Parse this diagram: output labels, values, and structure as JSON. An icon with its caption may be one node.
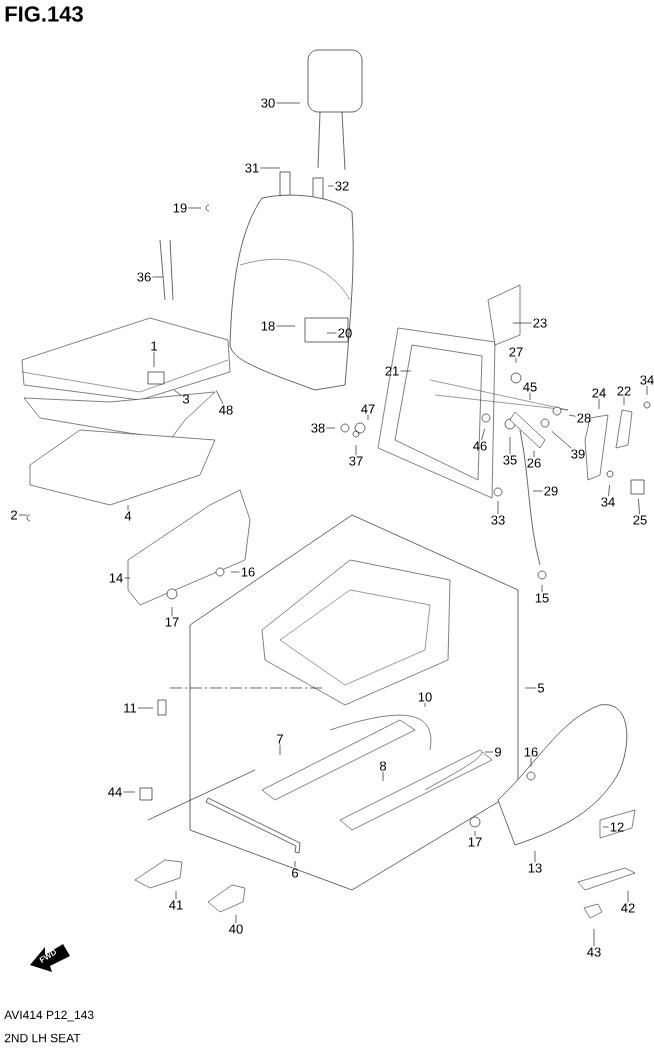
{
  "diagram": {
    "title": "FIG.143",
    "nodes": [
      {
        "text": [
          "30"
        ]
      },
      {
        "text": [
          "31"
        ]
      },
      {
        "text": [
          "32"
        ]
      },
      {
        "text": [
          "19"
        ]
      },
      {
        "text": [
          "36"
        ]
      },
      {
        "text": [
          "23"
        ]
      },
      {
        "text": [
          "18"
        ]
      },
      {
        "text": [
          "20"
        ]
      },
      {
        "text": [
          "1"
        ]
      },
      {
        "text": [
          "27"
        ]
      },
      {
        "text": [
          "21"
        ]
      },
      {
        "text": [
          "45"
        ]
      },
      {
        "text": [
          "34"
        ]
      },
      {
        "text": [
          "22"
        ]
      },
      {
        "text": [
          "24"
        ]
      },
      {
        "text": [
          "3"
        ]
      },
      {
        "text": [
          "48"
        ]
      },
      {
        "text": [
          "47"
        ]
      },
      {
        "text": [
          "28"
        ]
      },
      {
        "text": [
          "38"
        ]
      },
      {
        "text": [
          "46"
        ]
      },
      {
        "text": [
          "39"
        ]
      },
      {
        "text": [
          "35"
        ]
      },
      {
        "text": [
          "37"
        ]
      },
      {
        "text": [
          "26"
        ]
      },
      {
        "text": [
          "29"
        ]
      },
      {
        "text": [
          "34"
        ]
      },
      {
        "text": [
          "2"
        ]
      },
      {
        "text": [
          "4"
        ]
      },
      {
        "text": [
          "33"
        ]
      },
      {
        "text": [
          "25"
        ]
      },
      {
        "text": [
          "16"
        ]
      },
      {
        "text": [
          "14"
        ]
      },
      {
        "text": [
          "15"
        ]
      },
      {
        "text": [
          "17"
        ]
      },
      {
        "text": [
          "5"
        ]
      },
      {
        "text": [
          "10"
        ]
      },
      {
        "text": [
          "11"
        ]
      },
      {
        "text": [
          "7"
        ]
      },
      {
        "text": [
          "9"
        ]
      },
      {
        "text": [
          "16"
        ]
      },
      {
        "text": [
          "8"
        ]
      },
      {
        "text": [
          "44"
        ]
      },
      {
        "text": [
          "12"
        ]
      },
      {
        "text": [
          "17"
        ]
      },
      {
        "text": [
          "13"
        ]
      },
      {
        "text": [
          "6"
        ]
      },
      {
        "text": [
          "41"
        ]
      },
      {
        "text": [
          "42"
        ]
      },
      {
        "text": [
          "40"
        ]
      },
      {
        "text": [
          "43"
        ]
      }
    ],
    "edges": [
      {
        "from": 0,
        "to": null,
        "arrow": "none"
      },
      {
        "from": 1,
        "to": null,
        "arrow": "none"
      },
      {
        "from": 2,
        "to": null,
        "arrow": "none"
      },
      {
        "from": 3,
        "to": null,
        "arrow": "none"
      },
      {
        "from": 4,
        "to": null,
        "arrow": "none"
      },
      {
        "from": 5,
        "to": null,
        "arrow": "none"
      },
      {
        "from": 6,
        "to": null,
        "arrow": "none"
      },
      {
        "from": 7,
        "to": null,
        "arrow": "none"
      },
      {
        "from": 8,
        "to": null,
        "arrow": "none"
      },
      {
        "from": 9,
        "to": null,
        "arrow": "none"
      },
      {
        "from": 10,
        "to": null,
        "arrow": "none"
      },
      {
        "from": 11,
        "to": null,
        "arrow": "none"
      },
      {
        "from": 12,
        "to": null,
        "arrow": "none"
      },
      {
        "from": 13,
        "to": null,
        "arrow": "none"
      },
      {
        "from": 14,
        "to": null,
        "arrow": "none"
      },
      {
        "from": 15,
        "to": null,
        "arrow": "none"
      },
      {
        "from": 16,
        "to": null,
        "arrow": "none"
      },
      {
        "from": 17,
        "to": null,
        "arrow": "none"
      },
      {
        "from": 18,
        "to": null,
        "arrow": "none"
      },
      {
        "from": 19,
        "to": null,
        "arrow": "none"
      },
      {
        "from": 20,
        "to": null,
        "arrow": "none"
      },
      {
        "from": 21,
        "to": null,
        "arrow": "none"
      },
      {
        "from": 22,
        "to": null,
        "arrow": "none"
      },
      {
        "from": 23,
        "to": null,
        "arrow": "none"
      },
      {
        "from": 24,
        "to": null,
        "arrow": "none"
      },
      {
        "from": 25,
        "to": null,
        "arrow": "none"
      },
      {
        "from": 26,
        "to": null,
        "arrow": "none"
      },
      {
        "from": 27,
        "to": null,
        "arrow": "none"
      },
      {
        "from": 28,
        "to": null,
        "arrow": "none"
      },
      {
        "from": 29,
        "to": null,
        "arrow": "none"
      },
      {
        "from": 30,
        "to": null,
        "arrow": "none"
      },
      {
        "from": 31,
        "to": null,
        "arrow": "none"
      },
      {
        "from": 32,
        "to": null,
        "arrow": "none"
      },
      {
        "from": 33,
        "to": null,
        "arrow": "none"
      },
      {
        "from": 34,
        "to": null,
        "arrow": "none"
      },
      {
        "from": 35,
        "to": null,
        "arrow": "none"
      },
      {
        "from": 36,
        "to": null,
        "arrow": "none"
      },
      {
        "from": 37,
        "to": null,
        "arrow": "none"
      },
      {
        "from": 38,
        "to": null,
        "arrow": "none"
      },
      {
        "from": 39,
        "to": null,
        "arrow": "none"
      },
      {
        "from": 40,
        "to": null,
        "arrow": "none"
      },
      {
        "from": 41,
        "to": null,
        "arrow": "none"
      },
      {
        "from": 42,
        "to": null,
        "arrow": "none"
      },
      {
        "from": 43,
        "to": null,
        "arrow": "none"
      },
      {
        "from": 44,
        "to": null,
        "arrow": "none"
      },
      {
        "from": 45,
        "to": null,
        "arrow": "none"
      },
      {
        "from": 46,
        "to": null,
        "arrow": "none"
      },
      {
        "from": 47,
        "to": null,
        "arrow": "none"
      },
      {
        "from": 48,
        "to": null,
        "arrow": "none"
      },
      {
        "from": 49,
        "to": null,
        "arrow": "none"
      },
      {
        "from": 50,
        "to": null,
        "arrow": "none"
      }
    ],
    "labels": [
      "FWD",
      "AVI414 P12_143",
      "2ND LH SEAT"
    ]
  }
}
